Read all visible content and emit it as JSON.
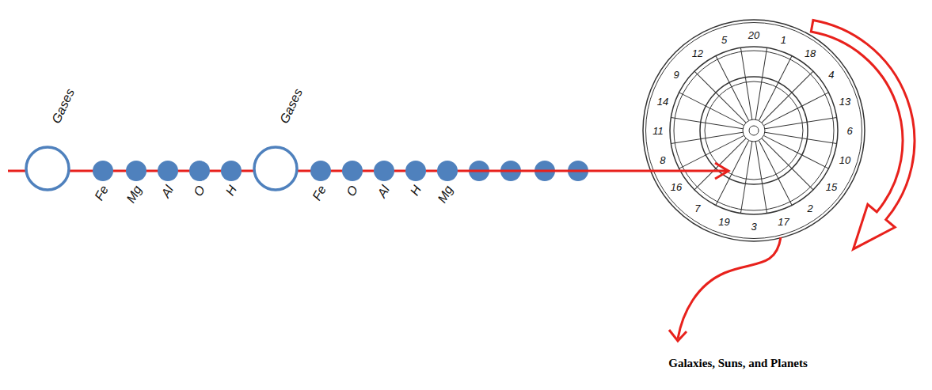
{
  "diagram": {
    "nodes": [
      {
        "text": [
          "Gases"
        ]
      },
      {
        "text": [
          "Fe"
        ]
      },
      {
        "text": [
          "Mg"
        ]
      },
      {
        "text": [
          "Al"
        ]
      },
      {
        "text": [
          "O"
        ]
      },
      {
        "text": [
          "H"
        ]
      },
      {
        "text": [
          "Gases"
        ]
      },
      {
        "text": [
          "Fe"
        ]
      },
      {
        "text": [
          "O"
        ]
      },
      {
        "text": [
          "Al"
        ]
      },
      {
        "text": [
          "H"
        ]
      },
      {
        "text": [
          "Mg"
        ]
      }
    ],
    "labels": [
      "20",
      "1",
      "18",
      "4",
      "13",
      "6",
      "10",
      "15",
      "2",
      "17",
      "3",
      "19",
      "7",
      "16",
      "8",
      "11",
      "14",
      "9",
      "12",
      "5",
      "Galaxies, Suns, and Planets"
    ]
  }
}
